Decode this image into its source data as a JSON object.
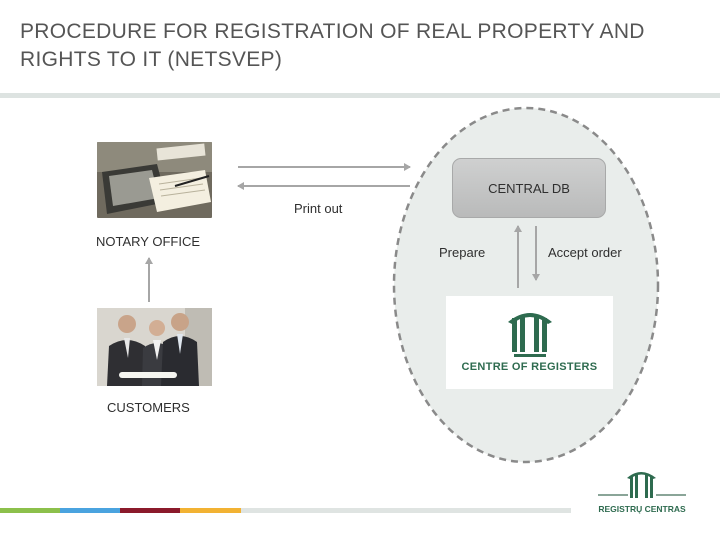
{
  "slide": {
    "title": "PROCEDURE FOR REGISTRATION OF REAL PROPERTY AND RIGHTS TO IT (NETSVEP)"
  },
  "diagram": {
    "notary_label": "NOTARY OFFICE",
    "customers_label": "CUSTOMERS",
    "central_db_label": "CENTRAL DB",
    "print_out_label": "Print out",
    "prepare_label": "Prepare",
    "accept_order_label": "Accept order",
    "centre_logo_text": "CENTRE OF REGISTERS",
    "footer_logo_text": "REGISTRŲ CENTRAS"
  },
  "colors": {
    "brand_green": "#2e6b4f",
    "circle_fill": "#e8ecea",
    "circle_dash": "#8a8a8a",
    "arrow": "#a6a6a6",
    "bar_segments": [
      "#8cc04b",
      "#4aa3df",
      "#8b1a2b",
      "#f2b233",
      "#dfe4e2"
    ]
  },
  "icons": [
    "notary-desk-photo",
    "customers-photo",
    "columns-logo-icon"
  ]
}
